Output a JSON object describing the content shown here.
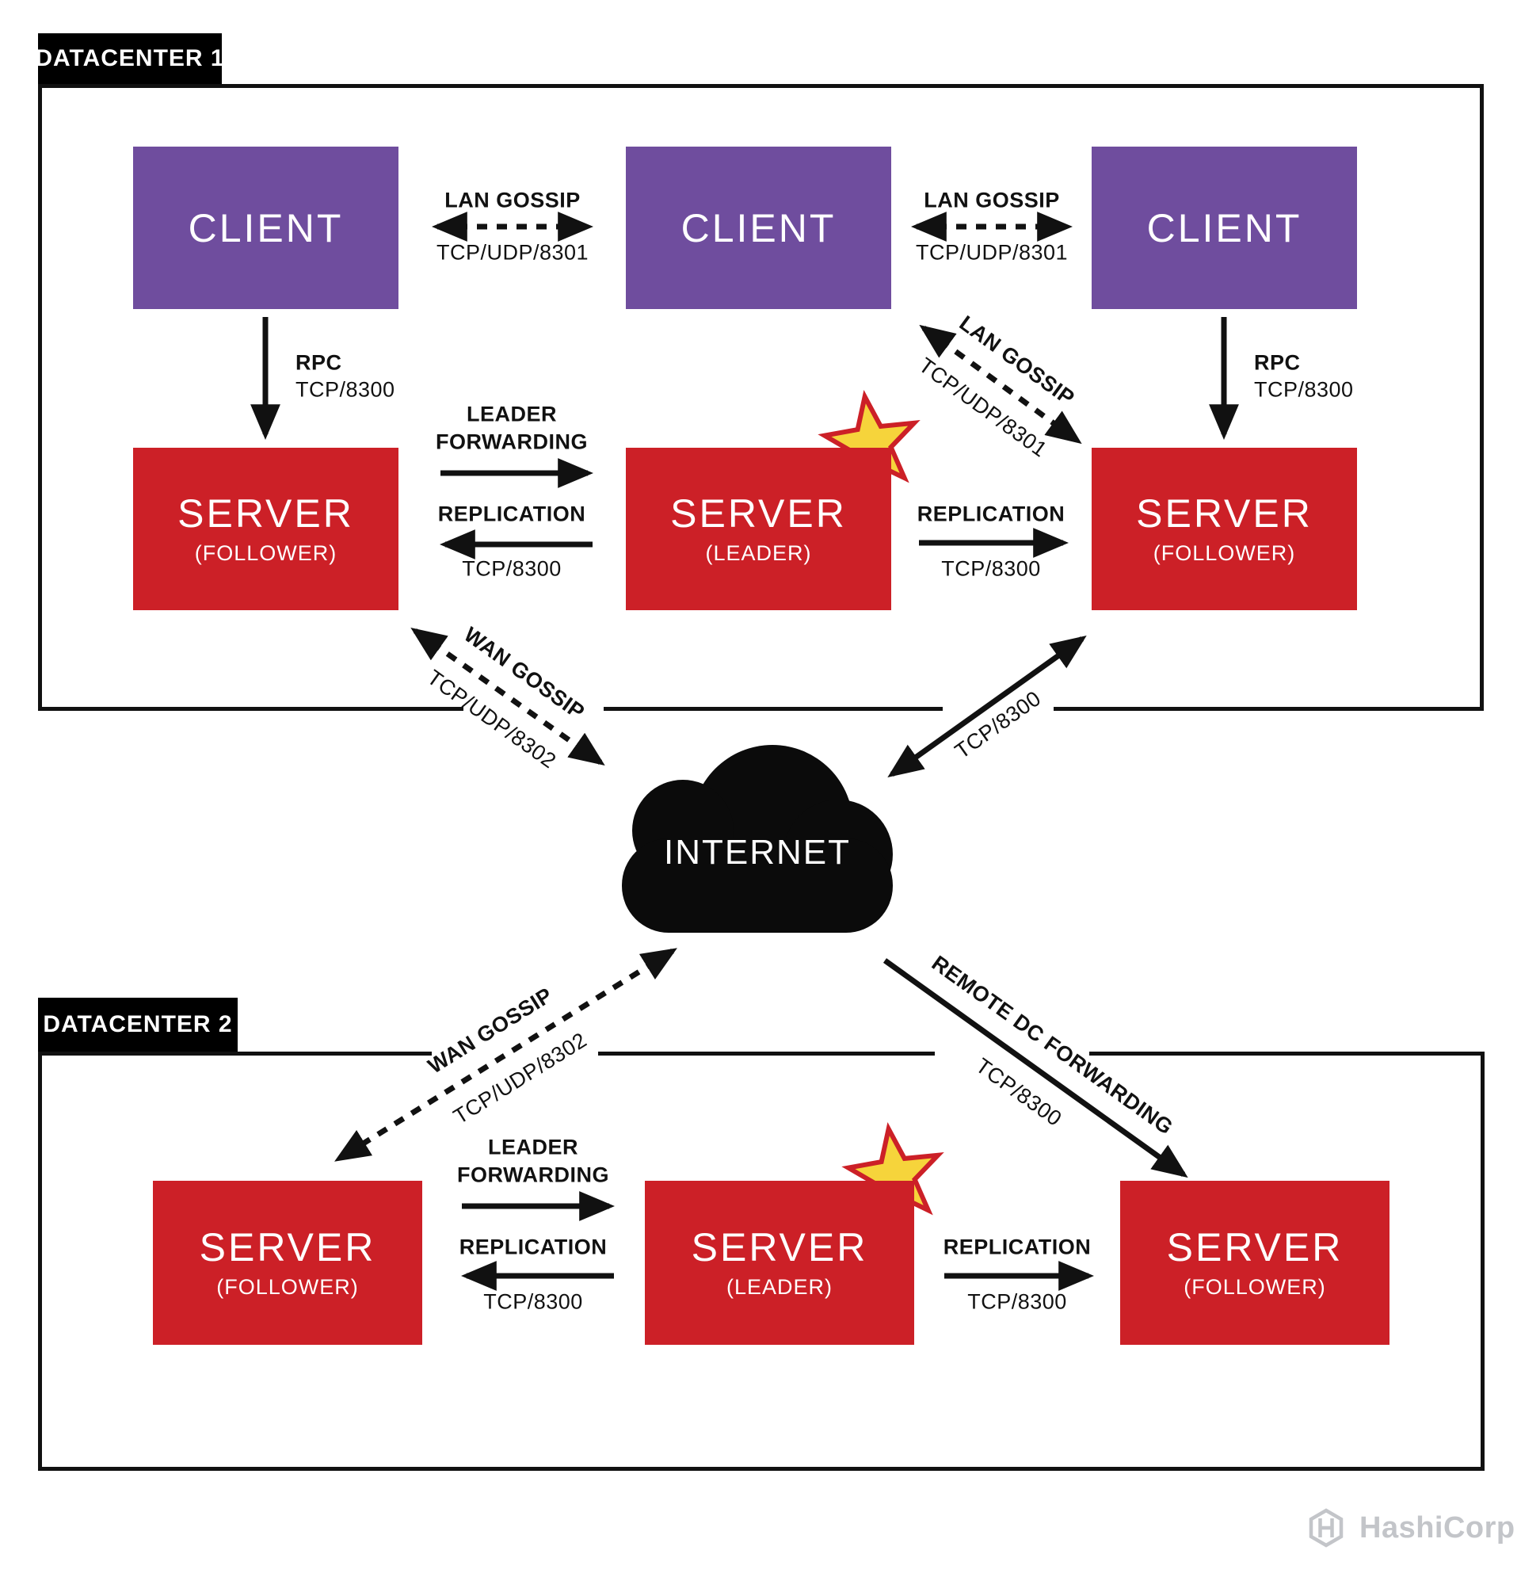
{
  "colors": {
    "client_purple": "#6f4d9e",
    "server_red": "#cc2027",
    "diagram_black": "#111111",
    "star_yellow": "#f6d43b",
    "star_outline_red": "#cc2027",
    "logo_grey": "#c3c5c9"
  },
  "datacenter1": {
    "label": "DATACENTER 1",
    "clients": [
      {
        "label": "CLIENT"
      },
      {
        "label": "CLIENT"
      },
      {
        "label": "CLIENT"
      }
    ],
    "servers": [
      {
        "label": "SERVER",
        "role": "(FOLLOWER)"
      },
      {
        "label": "SERVER",
        "role": "(LEADER)"
      },
      {
        "label": "SERVER",
        "role": "(FOLLOWER)"
      }
    ]
  },
  "datacenter2": {
    "label": "DATACENTER 2",
    "servers": [
      {
        "label": "SERVER",
        "role": "(FOLLOWER)"
      },
      {
        "label": "SERVER",
        "role": "(LEADER)"
      },
      {
        "label": "SERVER",
        "role": "(FOLLOWER)"
      }
    ]
  },
  "internet": {
    "label": "INTERNET"
  },
  "connections": {
    "lan_gossip_left": {
      "title": "LAN GOSSIP",
      "port": "TCP/UDP/8301"
    },
    "lan_gossip_right": {
      "title": "LAN GOSSIP",
      "port": "TCP/UDP/8301"
    },
    "lan_gossip_diagonal": {
      "title": "LAN GOSSIP",
      "port": "TCP/UDP/8301"
    },
    "rpc_left": {
      "title": "RPC",
      "port": "TCP/8300"
    },
    "rpc_right": {
      "title": "RPC",
      "port": "TCP/8300"
    },
    "leader_forwarding_dc1": {
      "title_line1": "LEADER",
      "title_line2": "FORWARDING"
    },
    "replication_dc1_left": {
      "title": "REPLICATION",
      "port": "TCP/8300"
    },
    "replication_dc1_right": {
      "title": "REPLICATION",
      "port": "TCP/8300"
    },
    "wan_gossip_dc1": {
      "title": "WAN GOSSIP",
      "port": "TCP/UDP/8302"
    },
    "internet_to_server": {
      "port": "TCP/8300"
    },
    "wan_gossip_dc2": {
      "title": "WAN GOSSIP",
      "port": "TCP/UDP/8302"
    },
    "remote_dc_forwarding": {
      "title": "REMOTE DC FORWARDING",
      "port": "TCP/8300"
    },
    "leader_forwarding_dc2": {
      "title_line1": "LEADER",
      "title_line2": "FORWARDING"
    },
    "replication_dc2_left": {
      "title": "REPLICATION",
      "port": "TCP/8300"
    },
    "replication_dc2_right": {
      "title": "REPLICATION",
      "port": "TCP/8300"
    }
  },
  "footer": {
    "brand": "HashiCorp"
  }
}
